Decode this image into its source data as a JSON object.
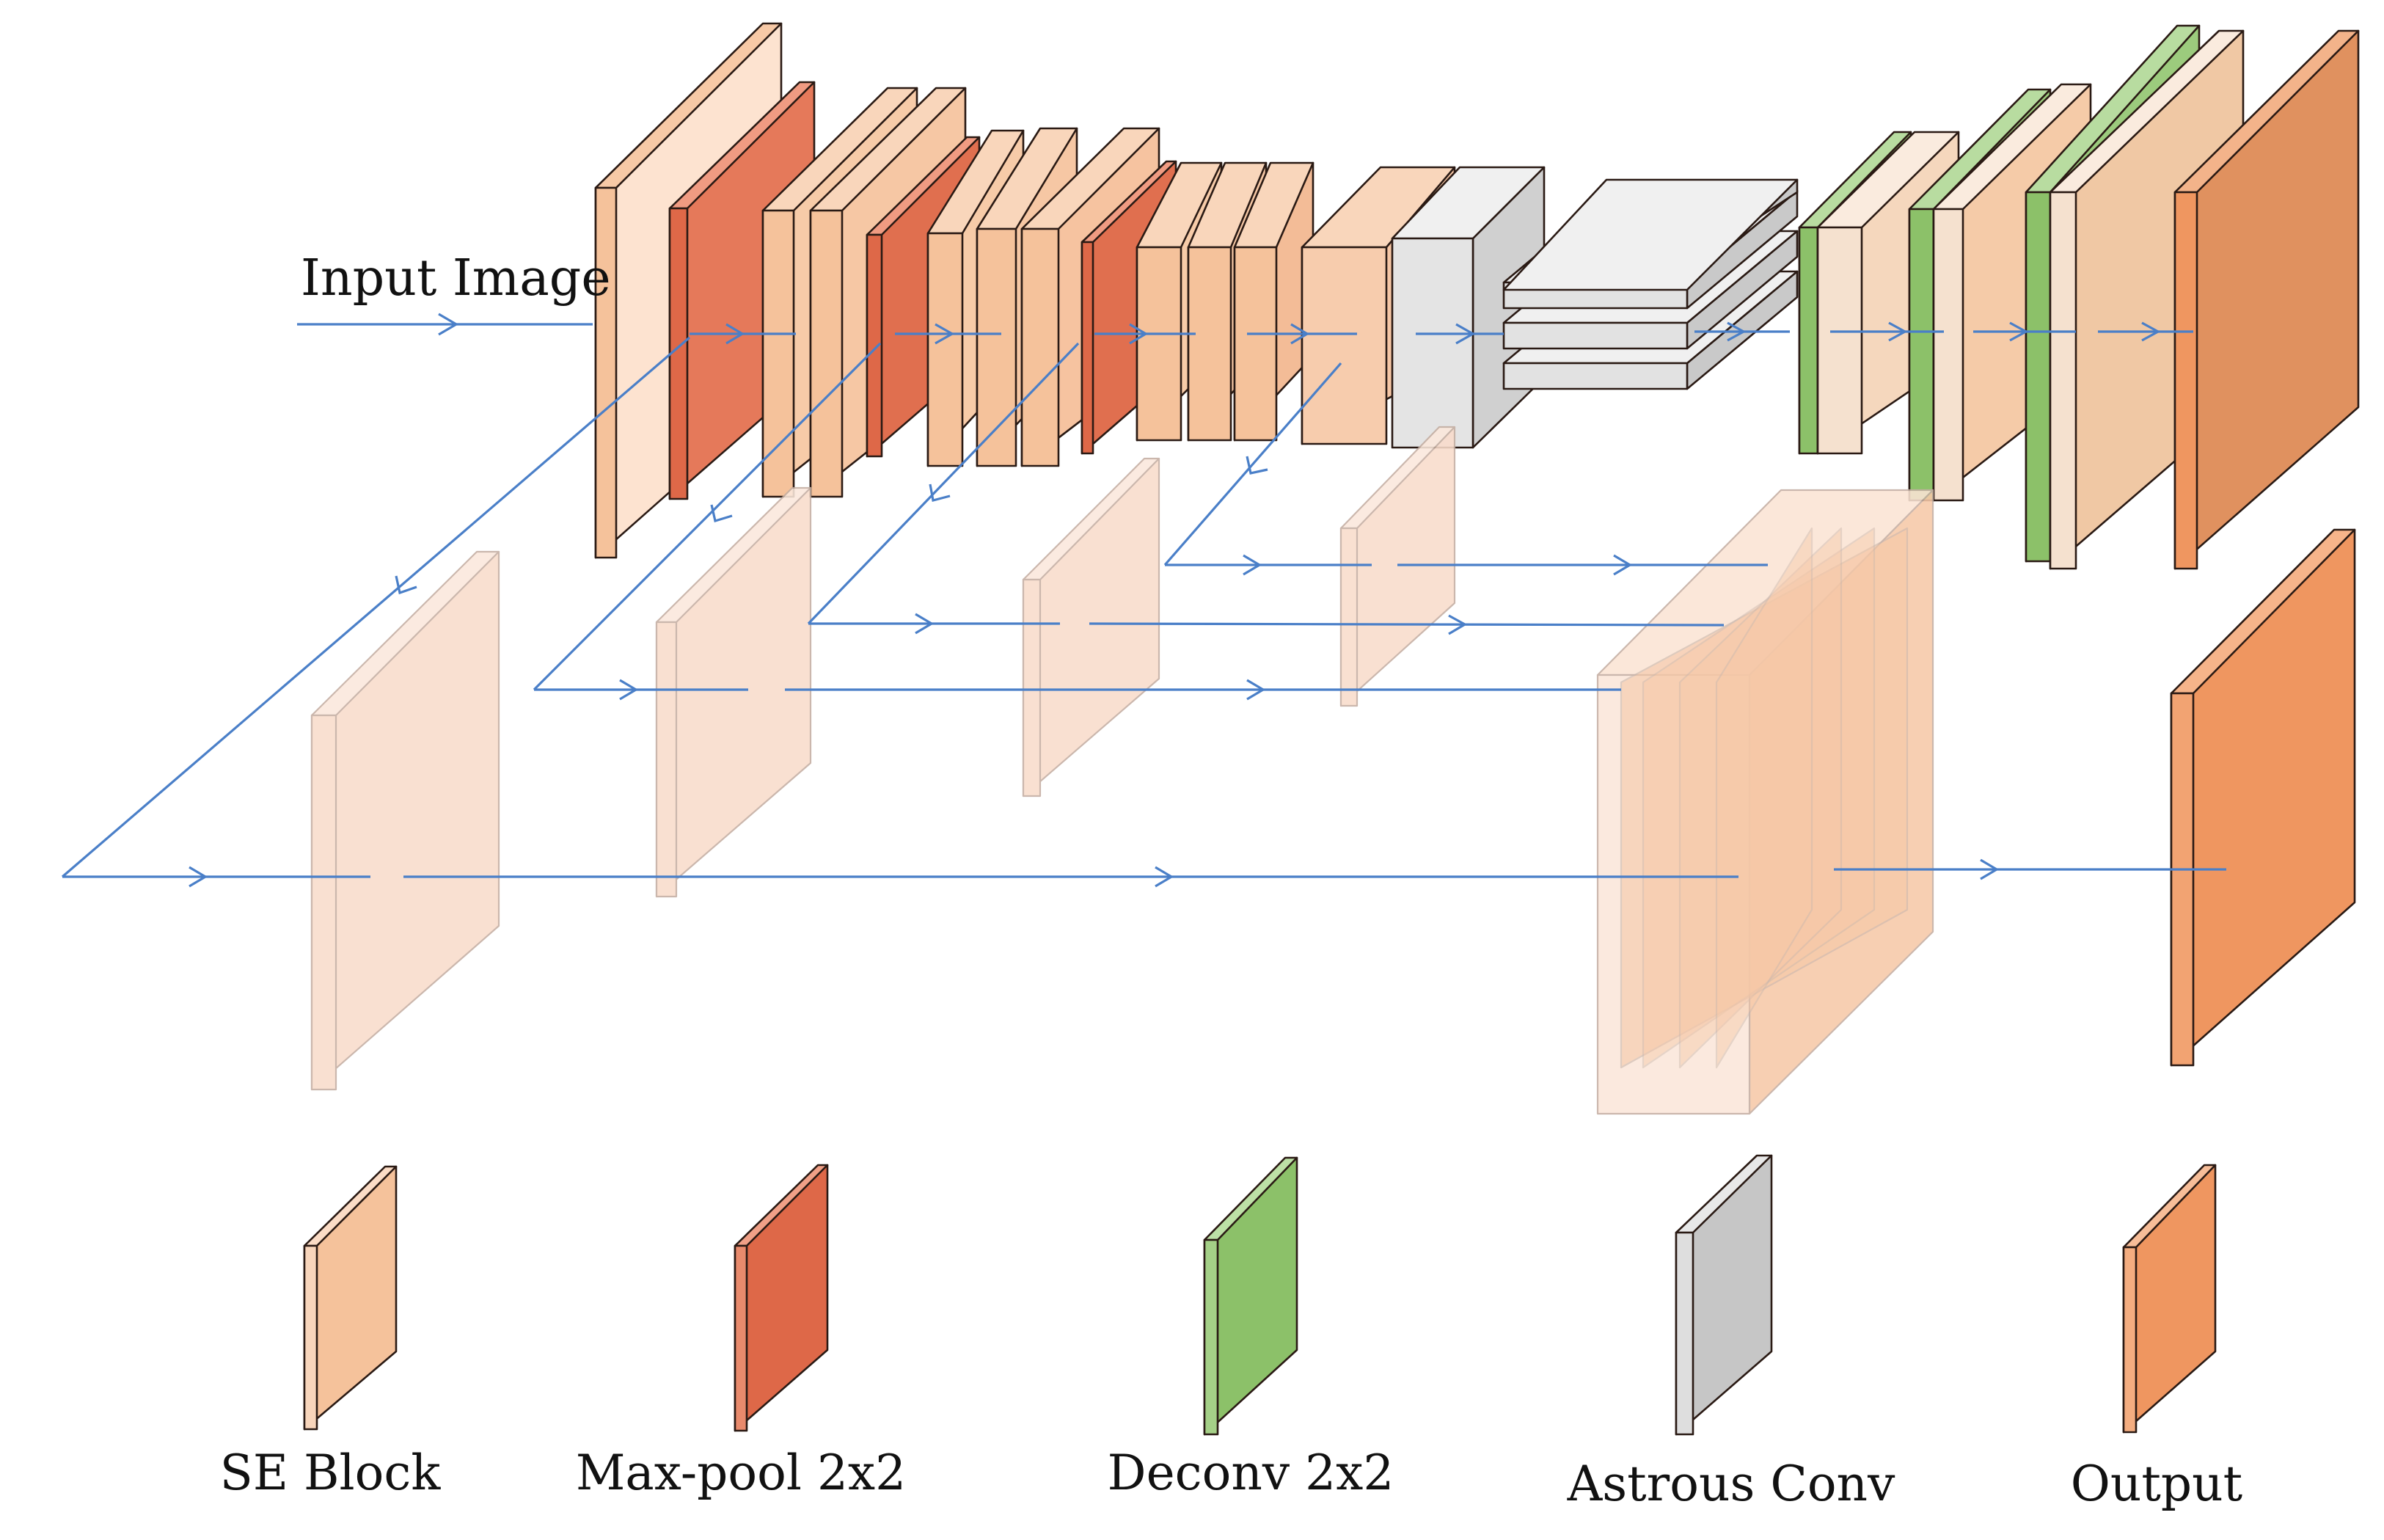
{
  "figure": {
    "input_label": "Input Image"
  },
  "legend": {
    "items": [
      {
        "key": "se_block",
        "label": "SE Block"
      },
      {
        "key": "max_pool",
        "label": "Max-pool 2x2"
      },
      {
        "key": "deconv",
        "label": "Deconv 2x2"
      },
      {
        "key": "atrous_conv",
        "label": "Astrous Conv"
      },
      {
        "key": "output",
        "label": "Output"
      }
    ]
  },
  "colors": {
    "se_block": "#f5c29b",
    "max_pool": "#de6848",
    "deconv": "#8cc169",
    "atrous_conv": "#c6c6c6",
    "output": "#ef9660",
    "output_dark": "#e0915f",
    "ghost": "#f9dccb",
    "arrow": "#4a7fc8"
  }
}
